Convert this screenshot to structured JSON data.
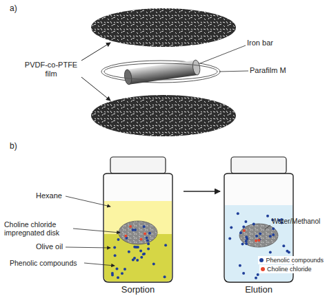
{
  "diagram": {
    "nodes": [
      {
        "text": [
          "Sorption"
        ]
      },
      {
        "text": [
          "Elution"
        ]
      }
    ],
    "edges": [
      {
        "from": 0,
        "to": 1,
        "arrow": "to"
      }
    ],
    "labels": [
      "a)",
      "Iron bar",
      "Parafilm M",
      "PVDF-co-PTFE film",
      "b)",
      "Hexane",
      "Choline chloride impregnated disk",
      "Olive oil",
      "Phenolic compounds",
      "Water/Methanol"
    ],
    "legend": [
      {
        "text": "Phenolic compounds",
        "color": "#1f3f99"
      },
      {
        "text": "Choline chloride",
        "color": "#e8452c"
      }
    ]
  }
}
